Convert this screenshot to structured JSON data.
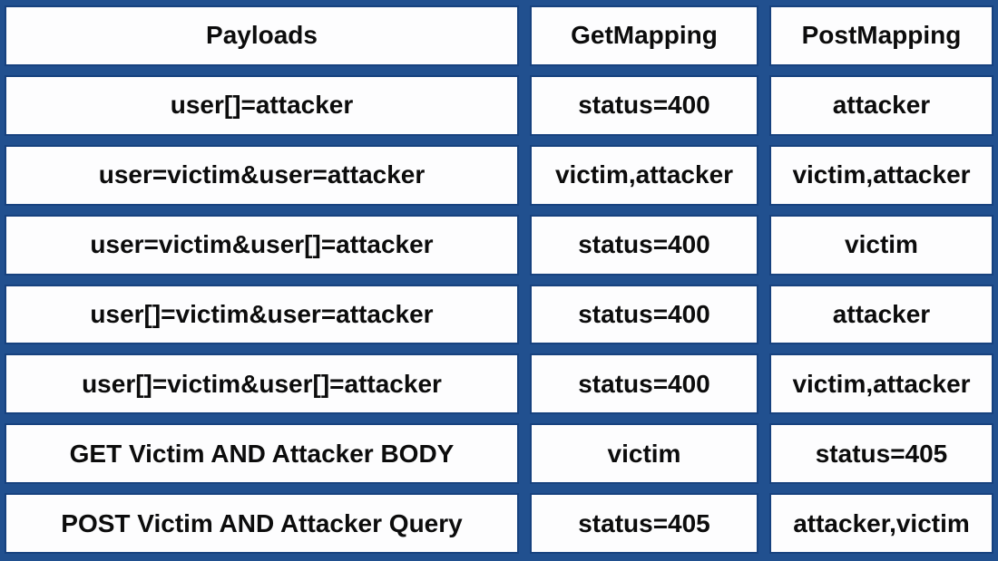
{
  "chart_data": {
    "type": "table",
    "columns": [
      "Payloads",
      "GetMapping",
      "PostMapping"
    ],
    "rows": [
      [
        "user[]=attacker",
        "status=400",
        "attacker"
      ],
      [
        "user=victim&user=attacker",
        "victim,attacker",
        "victim,attacker"
      ],
      [
        "user=victim&user[]=attacker",
        "status=400",
        "victim"
      ],
      [
        "user[]=victim&user=attacker",
        "status=400",
        "attacker"
      ],
      [
        "user[]=victim&user[]=attacker",
        "status=400",
        "victim,attacker"
      ],
      [
        "GET Victim AND Attacker BODY",
        "victim",
        "status=405"
      ],
      [
        "POST Victim AND Attacker Query",
        "status=405",
        "attacker,victim"
      ]
    ]
  },
  "colors": {
    "background_blue": "#21508f",
    "cell_border_blue": "#17427f",
    "cell_background": "#fdfdfe",
    "text": "#0c0c0c"
  }
}
